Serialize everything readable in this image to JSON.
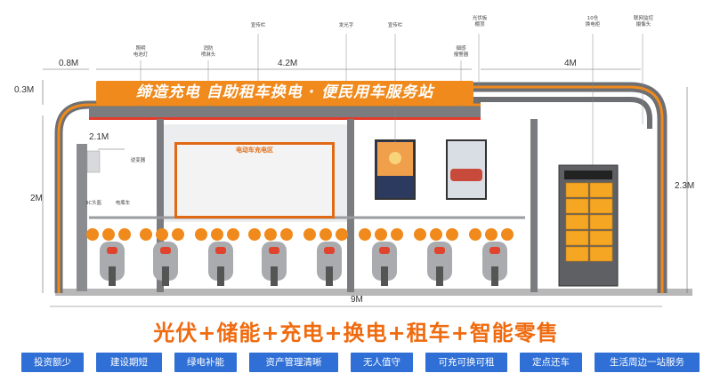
{
  "banner": "缔造充电  自助租车换电 · 便民用车服务站",
  "dimensions": {
    "top_left": "0.8M",
    "top_mid": "4.2M",
    "top_right": "4M",
    "roof_height": "0.3M",
    "canopy_left": "2.1M",
    "left_height": "2M",
    "right_height": "2.3M",
    "width": "9M"
  },
  "callouts": {
    "lighting": "照明\n电池灯",
    "fire": "消防\n喷淋头",
    "promo_bar_1": "宣传栏",
    "light_text": "发光字",
    "promo_bar_2": "宣传栏",
    "smoke_alarm": "烟感\n报警器",
    "pv_roof": "光伏板\n棚顶",
    "swap_cabinet": "10仓\n换电柜",
    "camera": "联网监控\n摄像头",
    "inverter": "逆变器",
    "ports_3c": "3C头盔",
    "ebike": "电瓶车"
  },
  "board_title": "电动车充电区",
  "slogan": "光伏+储能+充电+换电+租车+智能零售",
  "features": [
    "投资额少",
    "建设期短",
    "绿电补能",
    "资产管理清晰",
    "无人值守",
    "可充可换可租",
    "定点还车",
    "生活周边一站服务"
  ],
  "colors": {
    "orange": "#f08a1c",
    "dark_orange": "#e06a14",
    "blue": "#2f6fd6",
    "grey_frame": "#6d6f73",
    "slogan": "#ef6b10"
  }
}
